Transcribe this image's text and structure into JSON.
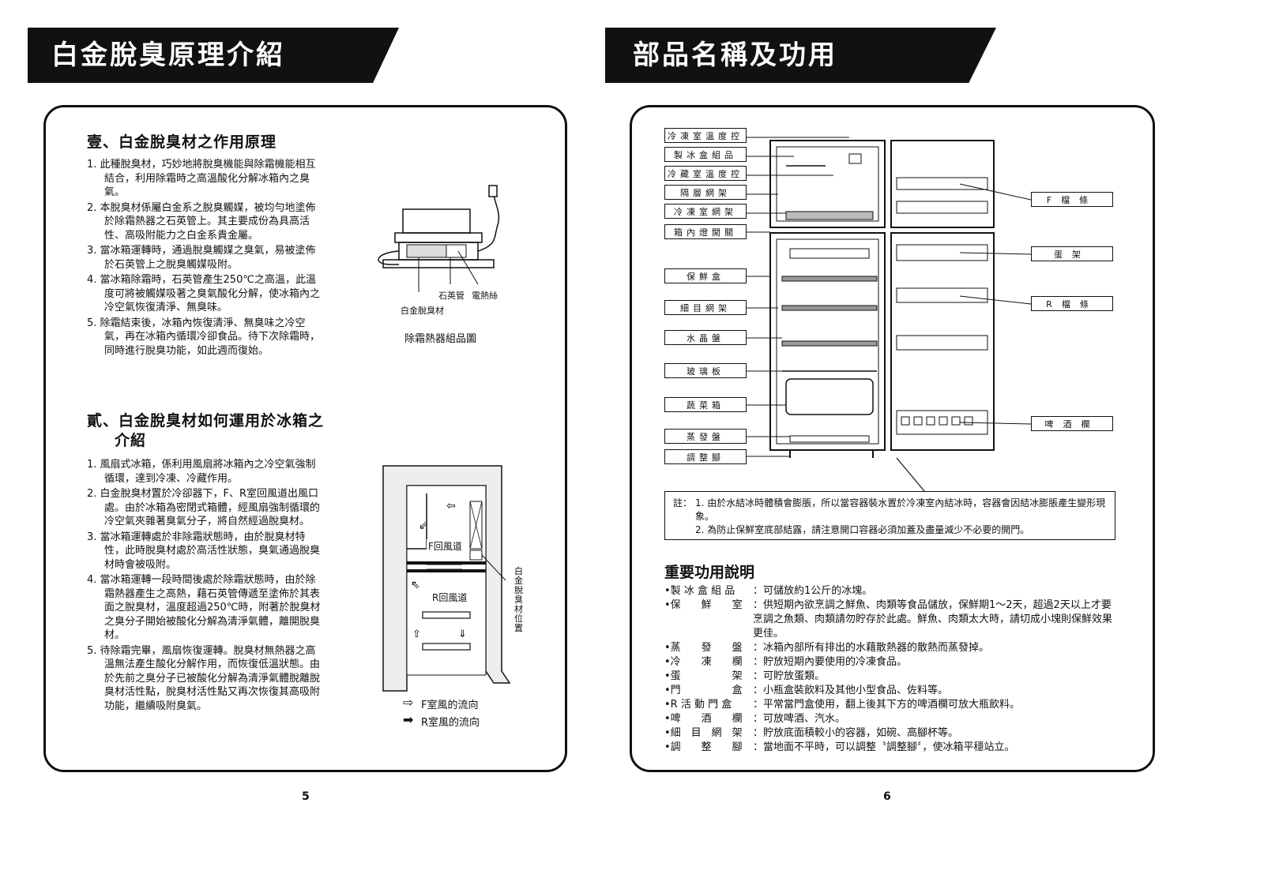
{
  "left": {
    "banner": "白金脫臭原理介紹",
    "section1": {
      "title": "壹、白金脫臭材之作用原理",
      "items": [
        "1. 此種脫臭材，巧妙地將脫臭機能與除霜機能相互結合，利用除霜時之高溫酸化分解冰箱內之臭氣。",
        "2. 本脫臭材係屬白金系之脫臭觸媒，被均勻地塗佈於除霜熱器之石英管上。其主要成份為具高活性、高吸附能力之白金系貴金屬。",
        "3. 當冰箱運轉時，通過脫臭觸媒之臭氣，易被塗佈於石英管上之脫臭觸媒吸附。",
        "4. 當冰箱除霜時，石英管產生250℃之高溫，此溫度可將被觸媒吸著之臭氣酸化分解，使冰箱內之冷空氣恢復清淨、無臭味。",
        "5. 除霜結束後，冰箱內恢復清淨、無臭味之冷空氣，再在冰箱內循環冷卻食品。待下次除霜時，同時進行脫臭功能，如此週而復始。"
      ],
      "figure": {
        "label_quartz": "石英管",
        "label_heater": "電熱絲",
        "label_material": "白金脫臭材",
        "caption": "除霜熱器組品圖"
      }
    },
    "section2": {
      "title_line1": "貳、白金脫臭材如何運用於冰箱之",
      "title_line2": "介紹",
      "items": [
        "1. 風扇式冰箱，係利用風扇將冰箱內之冷空氣強制循環，達到冷凍、冷藏作用。",
        "2. 白金脫臭材置於冷卻器下，F、R室回風道出風口處。由於冰箱為密閉式箱體，經風扇強制循環的冷空氣夾雜著臭氣分子，將自然經過脫臭材。",
        "3. 當冰箱運轉處於非除霜狀態時，由於脫臭材特性，此時脫臭材處於高活性狀態，臭氣通過脫臭材時會被吸附。",
        "4. 當冰箱運轉一段時間後處於除霜狀態時，由於除霜熱器產生之高熱，藉石英管傳遞至塗佈於其表面之脫臭材，溫度超過250℃時，附著於脫臭材之臭分子開始被酸化分解為清淨氣體，離開脫臭材。",
        "5. 待除霜完畢，風扇恢復運轉。脫臭材無熱器之高溫無法產生酸化分解作用，而恢復低溫狀態。由於先前之臭分子已被酸化分解為清淨氣體脫離脫臭材活性點，脫臭材活性點又再次恢復其高吸附功能，繼續吸附臭氣。"
      ],
      "figure": {
        "f_duct": "F回風道",
        "r_duct": "R回風道",
        "position": "白金脫臭材位置",
        "legend_f": "F室風的流向",
        "legend_r": "R室風的流向"
      }
    },
    "page_number": "5"
  },
  "right": {
    "banner": "部品名稱及功用",
    "left_labels": [
      "冷凍室溫度控制",
      "製冰盒組品",
      "冷藏室溫度控制",
      "隔層網架",
      "冷凍室網架",
      "箱內燈開關",
      "保鮮盒",
      "細目網架",
      "水晶盤",
      "玻璃板",
      "蔬菜箱",
      "蒸發盤",
      "調整腳"
    ],
    "right_labels": [
      "F檔條",
      "蛋架",
      "R檔條",
      "啤酒欄"
    ],
    "note_prefix": "註：",
    "notes": [
      "1. 由於水結冰時體積會膨脹，所以當容器裝水置於冷凍室內結冰時，容器會因結冰膨脹產生變形現象。",
      "2. 為防止保鮮室底部結露，請注意開口容器必須加蓋及盡量減少不必要的開門。"
    ],
    "functions_title": "重要功用說明",
    "functions": [
      {
        "name": "•製 冰 盒 組 品",
        "desc": "：可儲放約1公斤的冰塊。"
      },
      {
        "name": "•保　　鮮　　室",
        "desc": "：供短期內欲烹調之鮮魚、肉類等食品儲放，保鮮期1～2天，超過2天以上才要烹調之魚類、肉類請勿貯存於此處。鮮魚、肉類太大時，請切成小塊則保鮮效果更佳。"
      },
      {
        "name": "•蒸　　發　　盤",
        "desc": "：冰箱內部所有排出的水藉散熱器的散熱而蒸發掉。"
      },
      {
        "name": "•冷　　凍　　欄",
        "desc": "：貯放短期內要使用的冷凍食品。"
      },
      {
        "name": "•蛋　　　　　架",
        "desc": "：可貯放蛋類。"
      },
      {
        "name": "•門　　　　　盒",
        "desc": "：小瓶盒裝飲料及其他小型食品、佐料等。"
      },
      {
        "name": "•R 活 動 門 盒",
        "desc": "：平常當門盒使用，翻上後其下方的啤酒欄可放大瓶飲料。"
      },
      {
        "name": "•啤　　酒　　欄",
        "desc": "：可放啤酒、汽水。"
      },
      {
        "name": "•細　目　網　架",
        "desc": "：貯放底面積較小的容器，如碗、高腳杯等。"
      },
      {
        "name": "•調　　整　　腳",
        "desc": "：當地面不平時，可以調整〝調整腳〞，使冰箱平穩站立。"
      }
    ],
    "page_number": "6"
  }
}
